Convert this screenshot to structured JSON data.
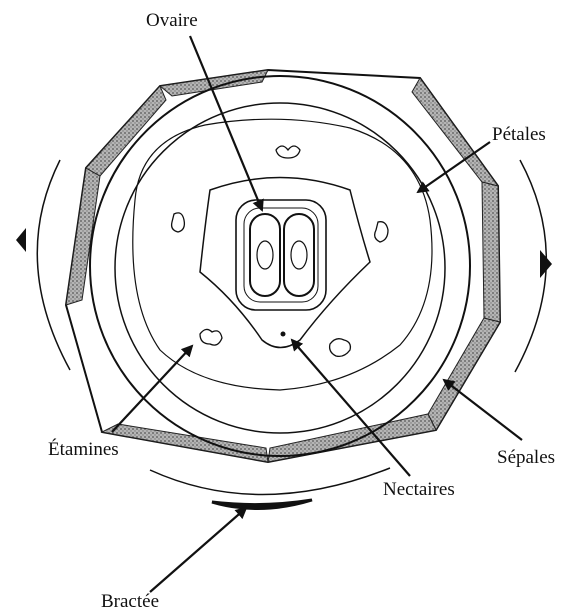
{
  "diagram": {
    "labels": {
      "ovary": "Ovaire",
      "petals": "Pétales",
      "stamens": "Étamines",
      "sepals": "Sépales",
      "nectaries": "Nectaires",
      "bract": "Bractée"
    },
    "colors": {
      "ink": "#111111",
      "background": "#ffffff",
      "sepal_shading": "#8a8a8a"
    },
    "parts": [
      "bract",
      "sepals",
      "petals",
      "stamens",
      "nectaries",
      "ovary"
    ],
    "stamen_count": 5,
    "ovary_locules": 2
  }
}
